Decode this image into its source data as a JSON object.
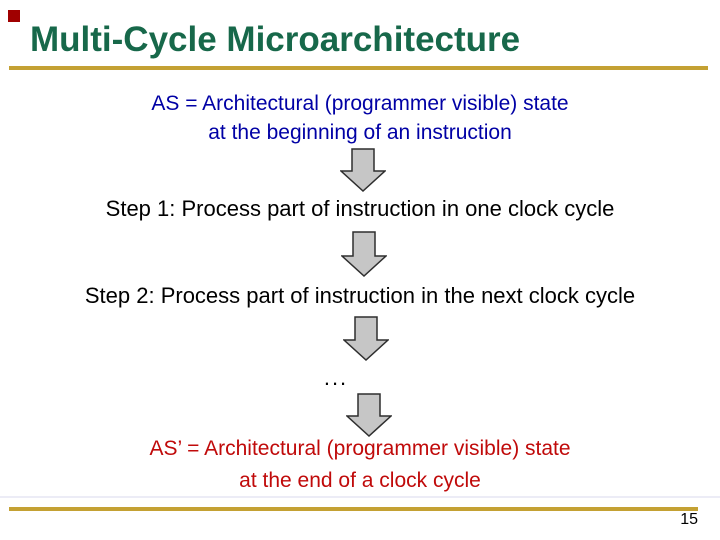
{
  "slide": {
    "title": "Multi-Cycle Microarchitecture",
    "intro": {
      "line1": "AS = Architectural (programmer visible) state",
      "line2": "at the beginning of an instruction"
    },
    "steps": [
      "Step 1: Process part of instruction in one clock cycle",
      "Step 2: Process part of instruction in the next clock cycle"
    ],
    "ellipsis": "...",
    "outro": {
      "line1": "AS’ = Architectural (programmer visible) state",
      "line2": "at the end of a clock cycle"
    },
    "page_number": "15",
    "icons": {
      "flow_arrow": "down-block-arrow-icon",
      "corner_marker": "red-square-bullet"
    },
    "colors": {
      "title_green": "#17684A",
      "divider_gold": "#C4A133",
      "state_blue": "#0000A5",
      "result_red": "#C00A0A",
      "arrow_fill": "#C6C6C6",
      "arrow_outline": "#2E2E2E",
      "corner_red": "#A00000"
    }
  }
}
